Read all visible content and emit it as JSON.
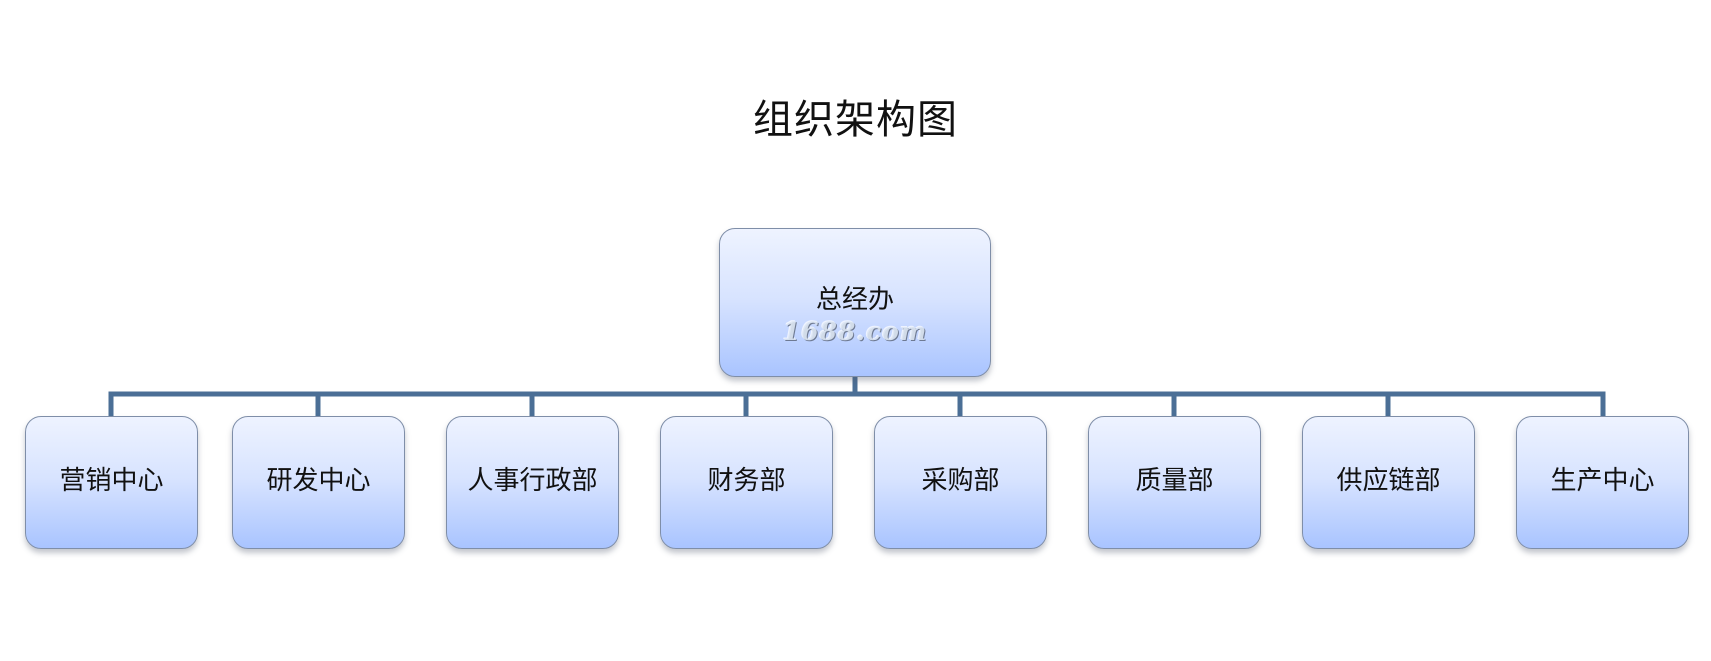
{
  "title": "组织架构图",
  "root": {
    "label": "总经办",
    "watermark": "1688.com"
  },
  "departments": [
    {
      "label": "营销中心"
    },
    {
      "label": "研发中心"
    },
    {
      "label": "人事行政部"
    },
    {
      "label": "财务部"
    },
    {
      "label": "采购部"
    },
    {
      "label": "质量部"
    },
    {
      "label": "供应链部"
    },
    {
      "label": "生产中心"
    }
  ],
  "colors": {
    "connector": "#4b6f96",
    "box_border": "#7f8ea8",
    "box_gradient_top": "#eef3ff",
    "box_gradient_bottom": "#a9c4ff"
  }
}
